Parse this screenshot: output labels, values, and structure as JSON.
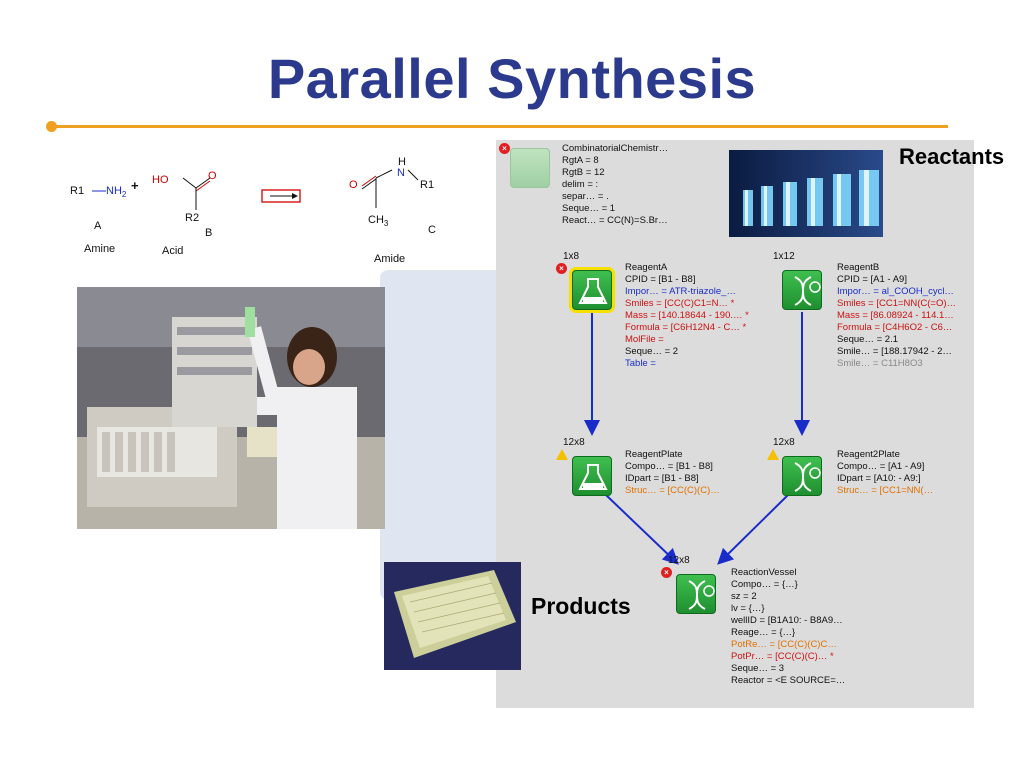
{
  "slide": {
    "title": "Parallel Synthesis"
  },
  "scheme": {
    "amine_formula_r1": "R1",
    "amine_formula_nh2": "NH",
    "amine_sub": "2",
    "plus": "+",
    "acid_ho": "HO",
    "acid_o": "O",
    "acid_r2": "R2",
    "amide_h": "H",
    "amide_n": "N",
    "amide_o": "O",
    "amide_r1": "R1",
    "amide_ch": "CH",
    "amide_sub": "3",
    "label_a": "A",
    "label_b": "B",
    "label_c": "C",
    "name_amine": "Amine",
    "name_acid": "Acid",
    "name_amide": "Amide"
  },
  "captions": {
    "reactants": "Reactants",
    "products": "Products"
  },
  "workflow": {
    "root": {
      "lines": [
        "CombinatorialChemistr…",
        "RgtA = 8",
        "RgtB = 12",
        "delim = :",
        "separ… = .",
        "Seque… = 1",
        "React… = CC(N)=S.Br…"
      ]
    },
    "reagentA": {
      "dim": "1x8",
      "name": "ReagentA",
      "cpid": "CPID = [B1 - B8]",
      "impor": "Impor… = ATR-triazole_…",
      "smiles": "Smiles = [CC(C)C1=N… *",
      "mass": "Mass = [140.18644 - 190.… *",
      "formula": "Formula = [C6H12N4 - C… *",
      "molfile": "MolFile =",
      "seque": "Seque… = 2",
      "table": "Table ="
    },
    "reagentB": {
      "dim": "1x12",
      "name": "ReagentB",
      "cpid": "CPID = [A1 - A9]",
      "impor": "Impor… = al_COOH_cycl…",
      "smiles": "Smiles = [CC1=NN(C(=O)…",
      "mass": "Mass = [86.08924 - 114.1…",
      "formula": "Formula = [C4H6O2 - C6…",
      "seque": "Seque… = 2.1",
      "smile2": "Smile… = [188.17942 - 2…",
      "smile3": "Smile… = C11H8O3"
    },
    "reagentPlate": {
      "dim": "12x8",
      "name": "ReagentPlate",
      "compo": "Compo… = [B1 - B8]",
      "idpart": "IDpart = [B1 - B8]",
      "struc": "Struc… = [CC(C)(C)…"
    },
    "reagent2Plate": {
      "dim": "12x8",
      "name": "Reagent2Plate",
      "compo": "Compo… = [A1 - A9]",
      "idpart": "IDpart = [A10: - A9:]",
      "struc": "Struc… = [CC1=NN(…"
    },
    "reactionVessel": {
      "dim": "12x8",
      "name": "ReactionVessel",
      "compo": "Compo… = {…}",
      "sz": "sz = 2",
      "lv": "lv = {…}",
      "wellid": "wellID = [B1A10: - B8A9…",
      "reage": "Reage… = {…}",
      "potre": "PotRe… = [CC(C)(C)C…",
      "potpr": "PotPr… = [CC(C)(C)… *",
      "seque": "Seque… = 3",
      "reactor": "Reactor = <E SOURCE=…"
    }
  },
  "colors": {
    "title": "#2b3a8c",
    "rule": "#f0a020",
    "node_green": "#2aa03a",
    "arrow_blue": "#1a2cc8",
    "panel_bg": "#dcdcdc"
  }
}
